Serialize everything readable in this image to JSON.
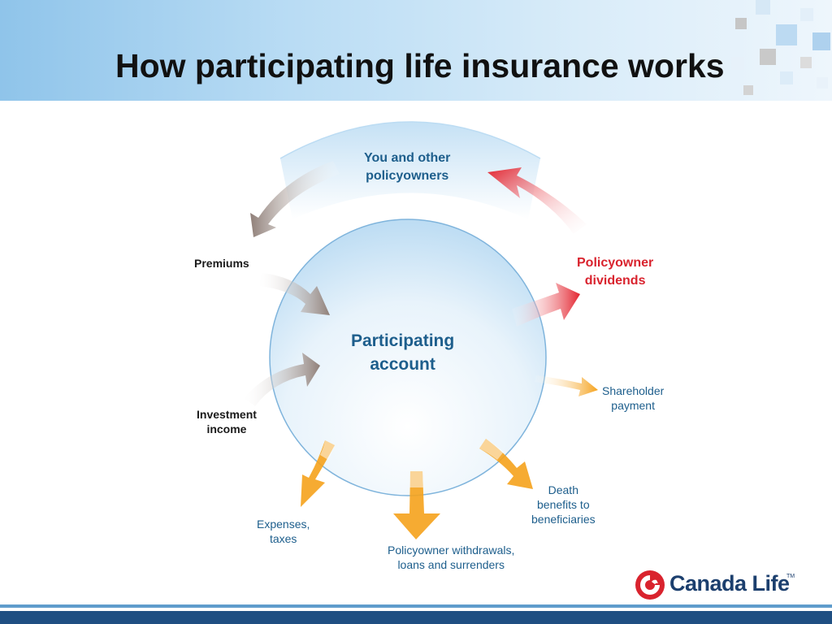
{
  "slide": {
    "title": "How participating life insurance works"
  },
  "diagram": {
    "top_label": [
      "You and other",
      "policyowners"
    ],
    "center_label": [
      "Participating",
      "account"
    ],
    "inflows": [
      {
        "lines": [
          "Premiums"
        ]
      },
      {
        "lines": [
          "Investment",
          "income"
        ]
      }
    ],
    "dividends": [
      "Policyowner",
      "dividends"
    ],
    "outflows": [
      {
        "lines": [
          "Shareholder",
          "payment"
        ]
      },
      {
        "lines": [
          "Death",
          "benefits to",
          "beneficiaries"
        ]
      },
      {
        "lines": [
          "Policyowner withdrawals,",
          "loans and surrenders"
        ]
      },
      {
        "lines": [
          "Expenses,",
          "taxes"
        ]
      }
    ],
    "colors": {
      "inflow": "#9c8a82",
      "dividend": "#e52b34",
      "outflow": "#f6a623",
      "circle": "#7fb4dc",
      "text_blue": "#1d5e8c"
    }
  },
  "brand": {
    "name": "Canada Life",
    "trademark": "TM",
    "colors": {
      "logo_red": "#d9232e",
      "logo_navy": "#1c3f6e",
      "footer": "#1f4f82"
    }
  }
}
